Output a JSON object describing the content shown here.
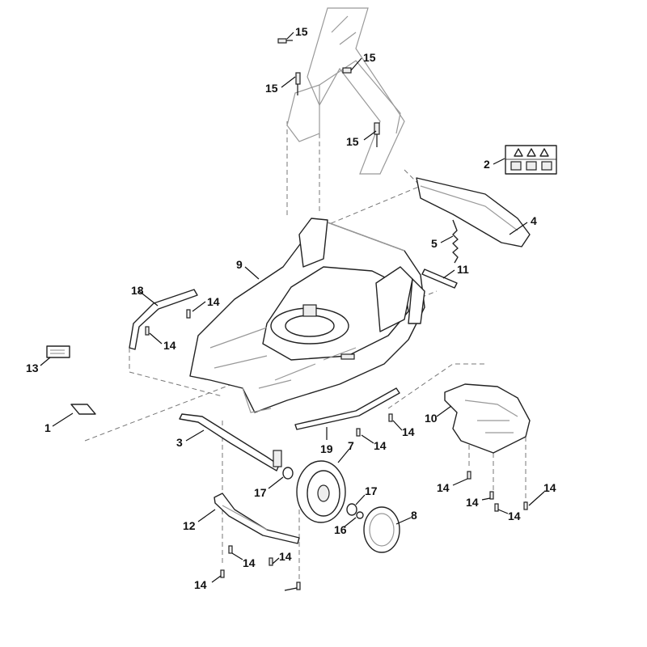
{
  "callouts": [
    {
      "id": "c15a",
      "text": "15"
    },
    {
      "id": "c15b",
      "text": "15"
    },
    {
      "id": "c15c",
      "text": "15"
    },
    {
      "id": "c15d",
      "text": "15"
    },
    {
      "id": "c2",
      "text": "2"
    },
    {
      "id": "c4",
      "text": "4"
    },
    {
      "id": "c5",
      "text": "5"
    },
    {
      "id": "c9",
      "text": "9"
    },
    {
      "id": "c11",
      "text": "11"
    },
    {
      "id": "c18",
      "text": "18"
    },
    {
      "id": "c14a",
      "text": "14"
    },
    {
      "id": "c14b",
      "text": "14"
    },
    {
      "id": "c13",
      "text": "13"
    },
    {
      "id": "c1",
      "text": "1"
    },
    {
      "id": "c3",
      "text": "3"
    },
    {
      "id": "c10",
      "text": "10"
    },
    {
      "id": "c14c",
      "text": "14"
    },
    {
      "id": "c14d",
      "text": "14"
    },
    {
      "id": "c19",
      "text": "19"
    },
    {
      "id": "c7",
      "text": "7"
    },
    {
      "id": "c17a",
      "text": "17"
    },
    {
      "id": "c17b",
      "text": "17"
    },
    {
      "id": "c16",
      "text": "16"
    },
    {
      "id": "c8",
      "text": "8"
    },
    {
      "id": "c12",
      "text": "12"
    },
    {
      "id": "c14e",
      "text": "14"
    },
    {
      "id": "c14f",
      "text": "14"
    },
    {
      "id": "c14g",
      "text": "14"
    },
    {
      "id": "c14h",
      "text": "14"
    },
    {
      "id": "c14i",
      "text": "14"
    },
    {
      "id": "c14j",
      "text": "14"
    },
    {
      "id": "c14k",
      "text": "14"
    }
  ],
  "colors": {
    "line": "#222222",
    "ghost": "#999999",
    "fill": "#ffffff"
  }
}
